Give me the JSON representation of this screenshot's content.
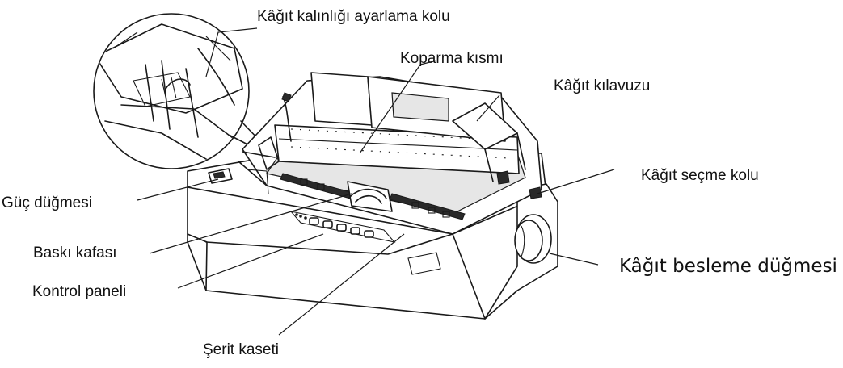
{
  "labels": {
    "paper_thickness_lever": "Kâğıt kalınlığı ayarlama kolu",
    "tear_off": "Koparma kısmı",
    "paper_guide": "Kâğıt kılavuzu",
    "paper_select_lever": "Kâğıt seçme kolu",
    "power_button": "Güç düğmesi",
    "print_head": "Baskı kafası",
    "control_panel": "Kontrol paneli",
    "paper_feed_knob": "Kâğıt besleme düğmesi",
    "ribbon_cassette": "Şerit kaseti"
  }
}
